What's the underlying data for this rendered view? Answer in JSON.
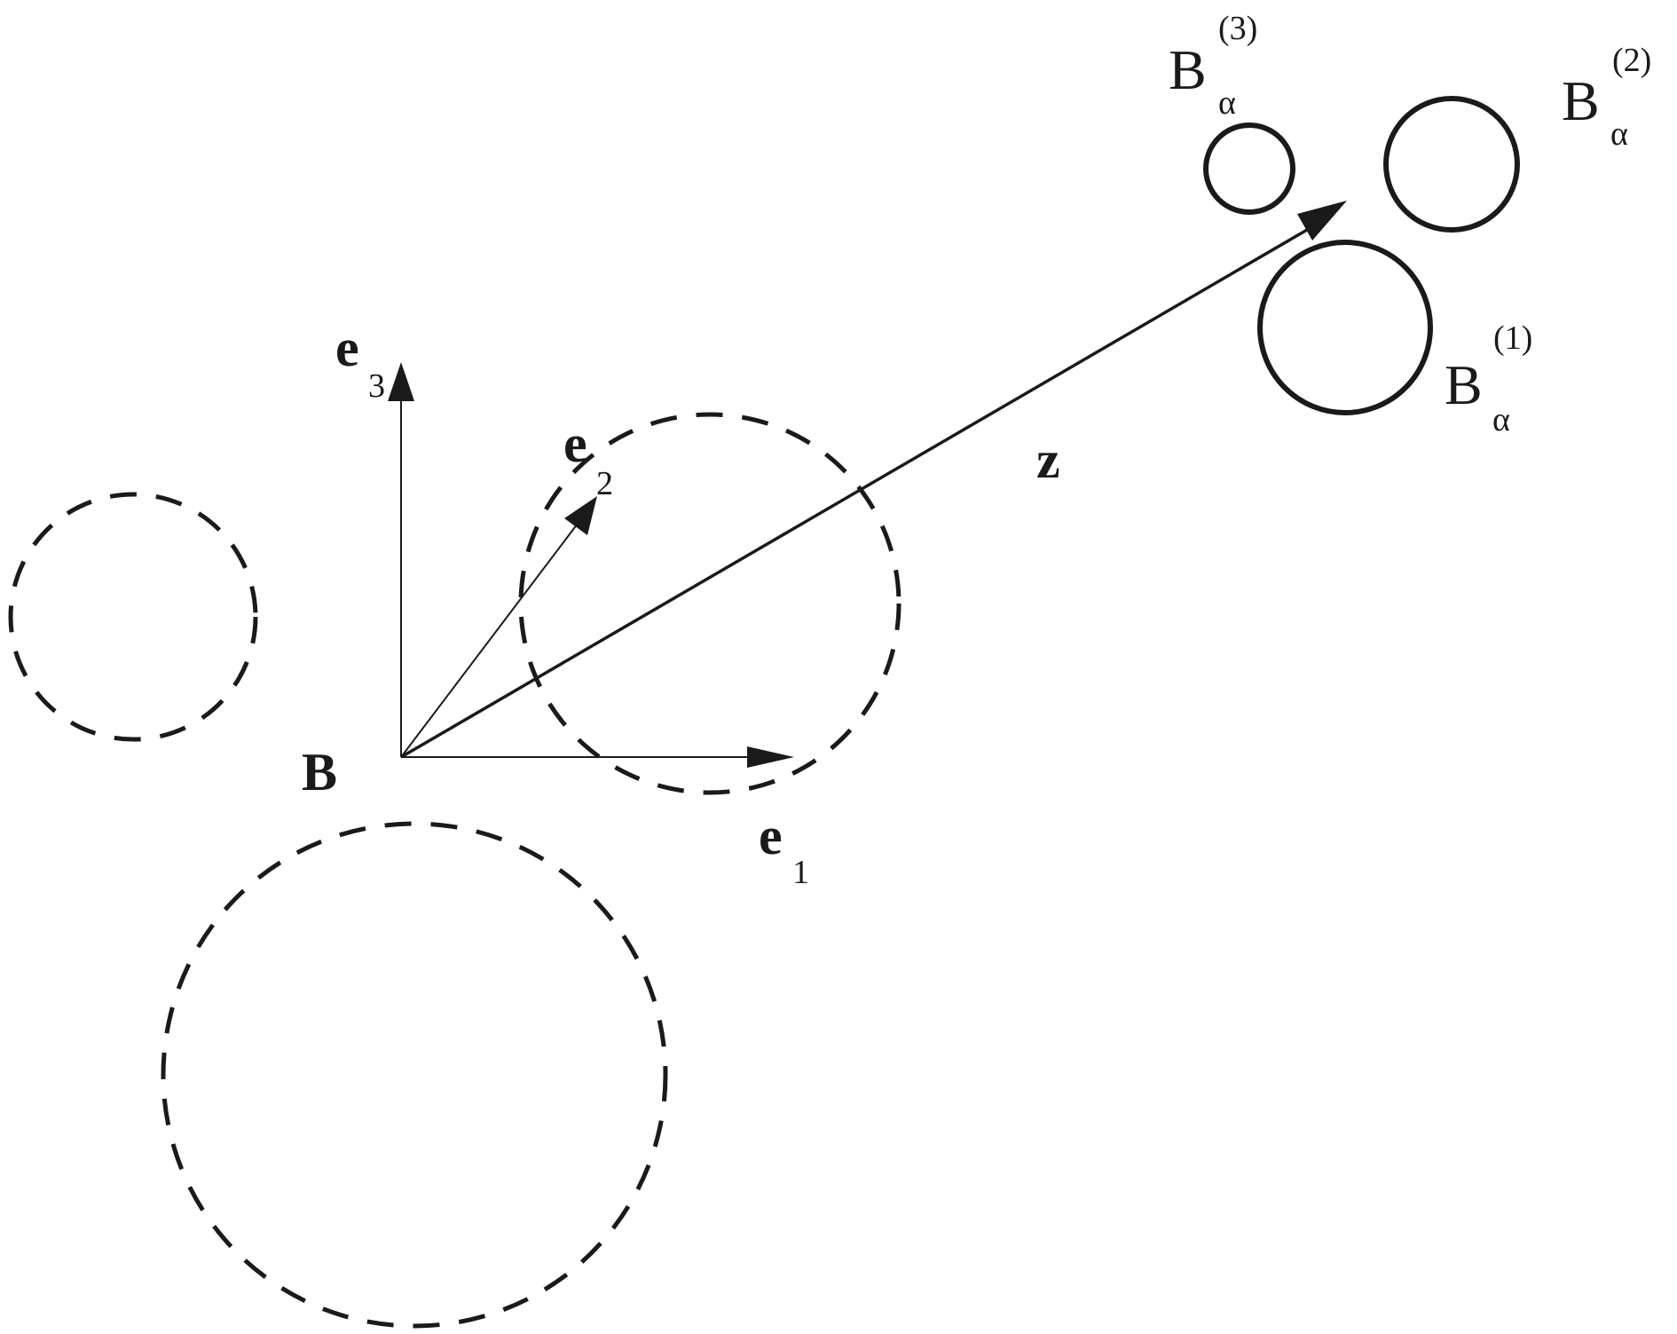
{
  "labels": {
    "origin": "B",
    "e1": "e",
    "e1_sub": "1",
    "e2": "e",
    "e2_sub": "2",
    "e3": "e",
    "e3_sub": "3",
    "z": "z",
    "b1_base": "B",
    "b1_sub": "α",
    "b1_sup": "(1)",
    "b2_base": "B",
    "b2_sub": "α",
    "b2_sup": "(2)",
    "b3_base": "B",
    "b3_sub": "α",
    "b3_sup": "(3)"
  },
  "colors": {
    "stroke": "#1a1a1a",
    "background": "#ffffff"
  }
}
